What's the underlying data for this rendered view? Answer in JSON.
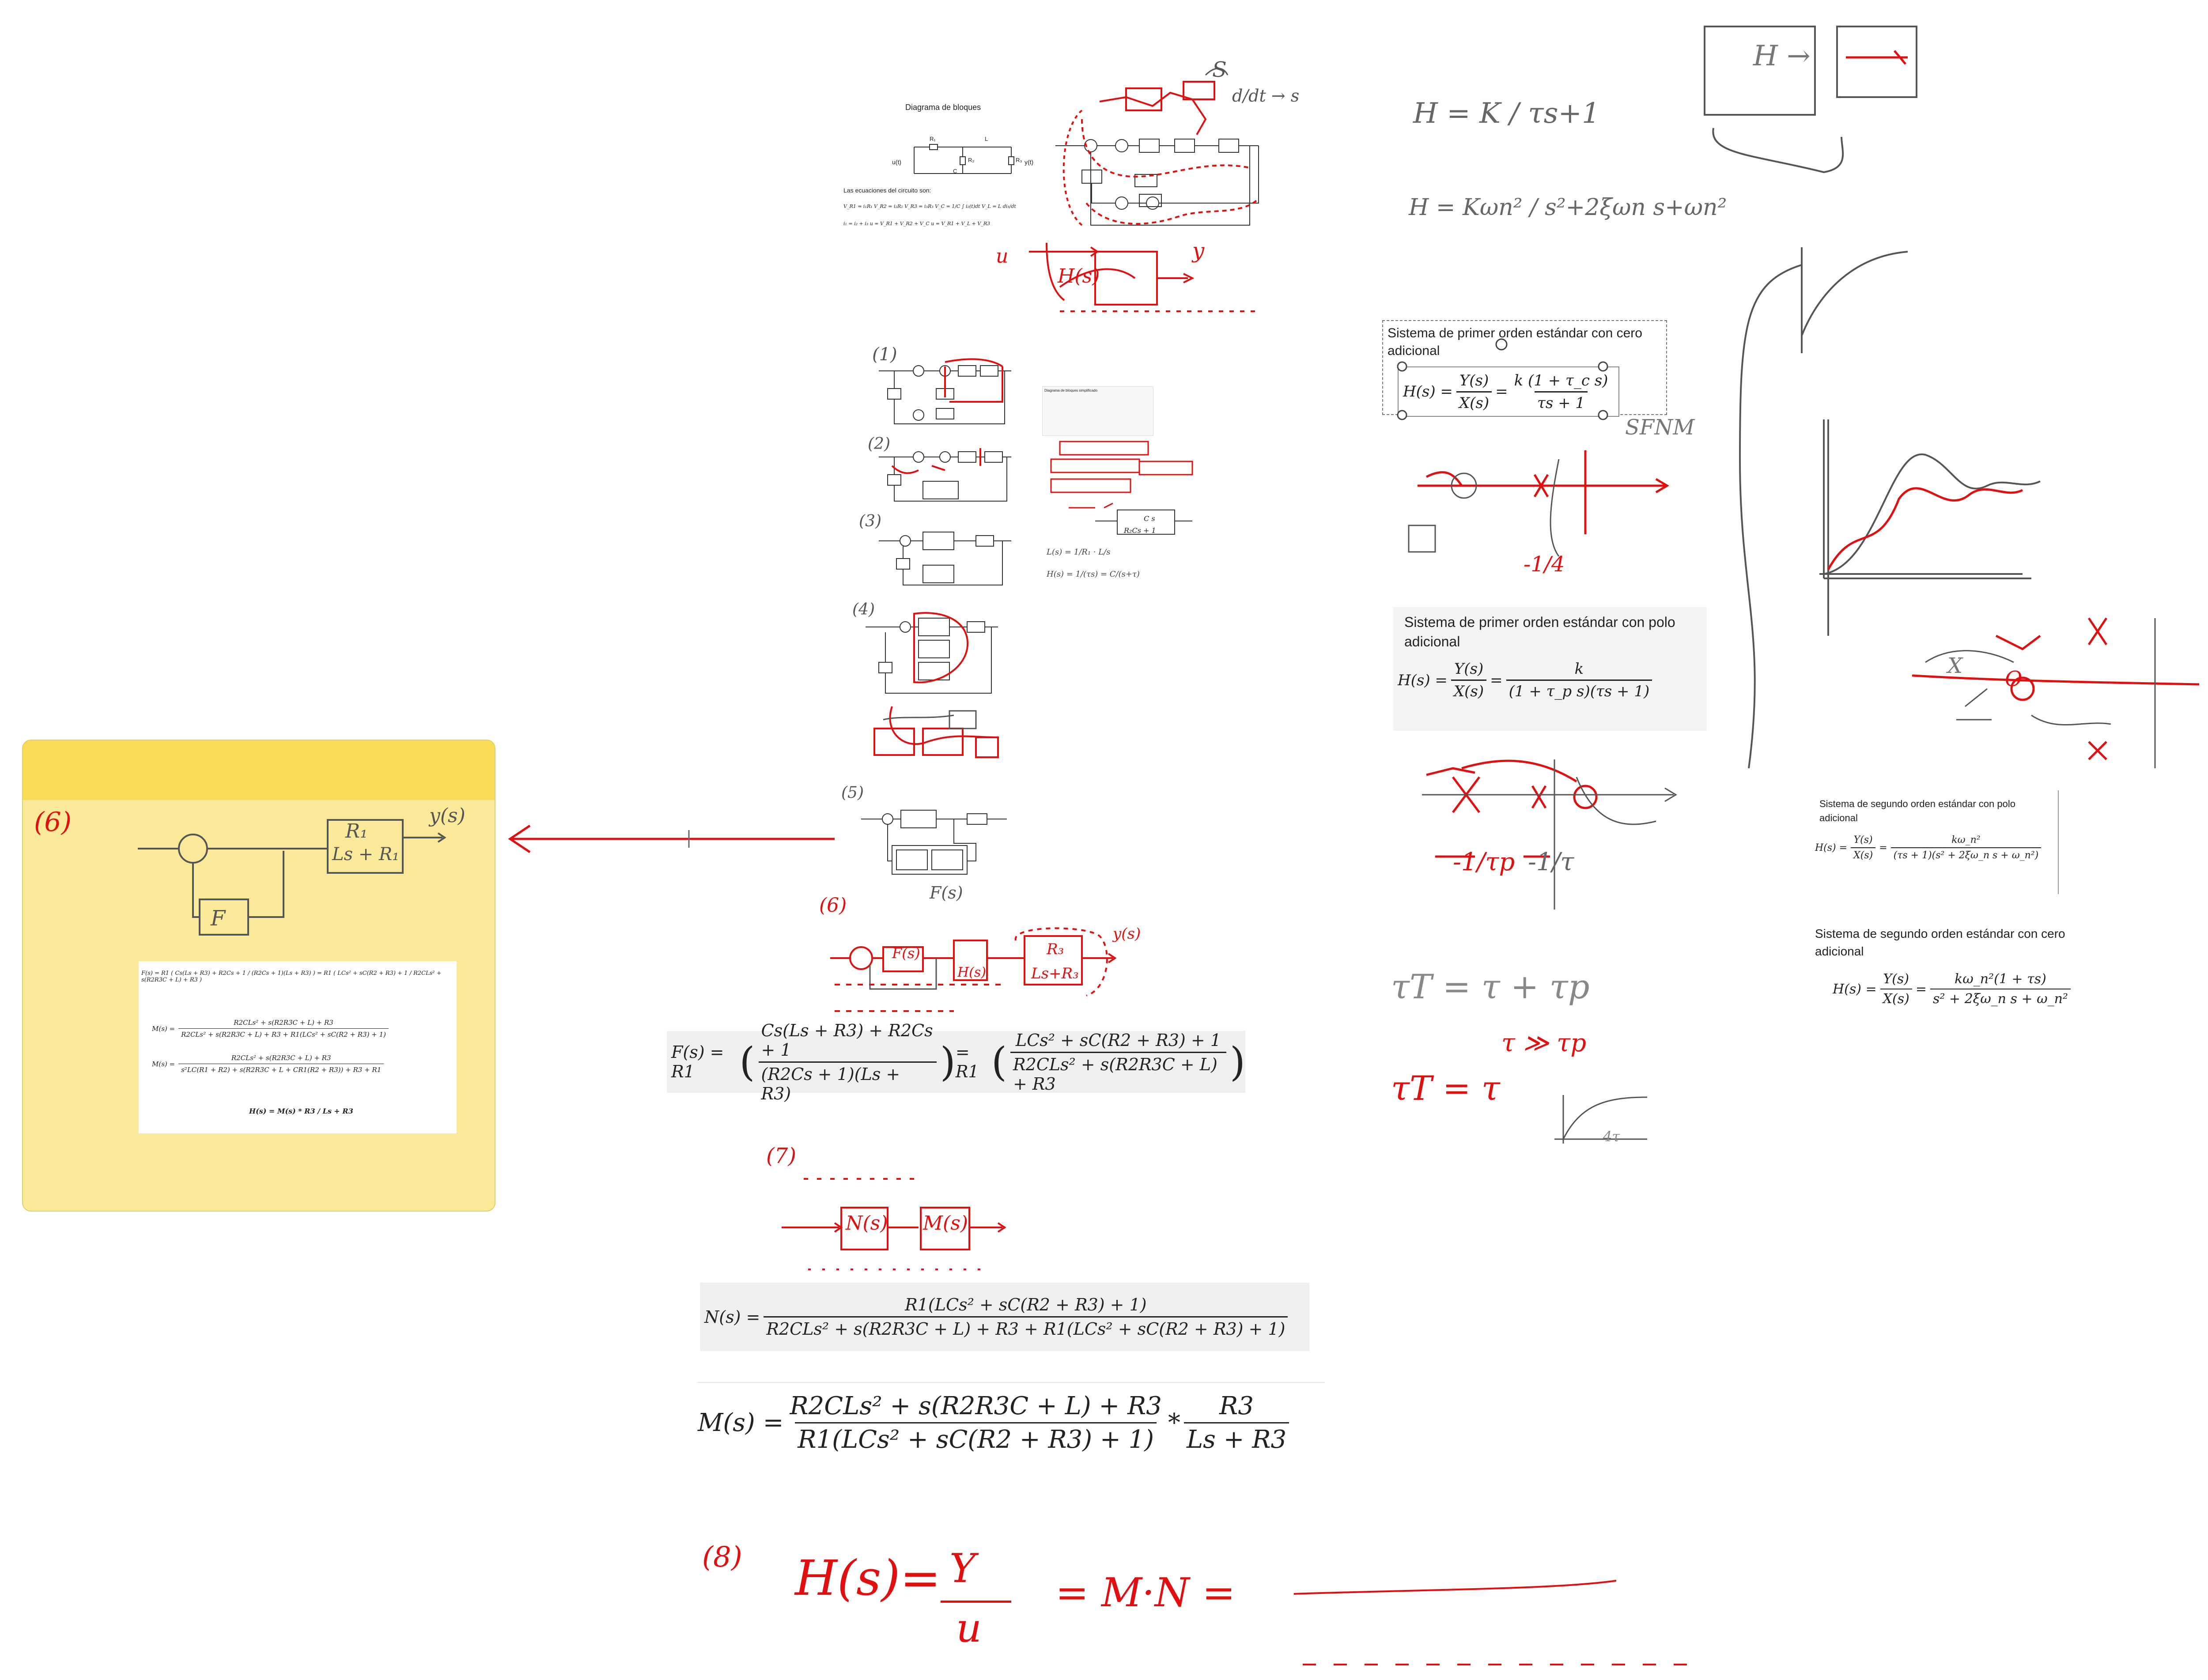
{
  "colors": {
    "ink_red": "#e01010",
    "ink_gray": "#555555",
    "note_yellow": "#fbe99a",
    "note_header": "#f9dc55",
    "eq_gray": "#efefef"
  },
  "top_image": {
    "title": "Diagrama de bloques",
    "circuit_labels": [
      "R₁",
      "L",
      "R₂",
      "R₃",
      "C",
      "u(t)",
      "y(t)"
    ],
    "equations_title": "Las ecuaciones del circuito son:",
    "eq_line1": "V_R1 = i₁R₁   V_R2 = i₂R₂   V_R3 = i₃R₃      V_C = 1/C ∫ i₂(t)dt   V_L = L di₃/dt",
    "eq_line2": "i₁ = i₂ + i₃      u = V_R1 + V_R2 + V_C      u = V_R1 + V_L + V_R3"
  },
  "handwriting": {
    "s_derivative": "d/dt → s",
    "s_label": "S",
    "u_left": "u",
    "y_right": "y",
    "Hs_box": "H(s)",
    "step1": "(1)",
    "step2": "(2)",
    "step3": "(3)",
    "step4": "(4)",
    "step5": "(5)",
    "step6": "(6)",
    "step7": "(7)",
    "step8": "(8)",
    "Fs_under": "F(s)",
    "step6_Fs": "F(s)",
    "step6_Hs": "H(s)",
    "step6_R3": "R₃",
    "step6_den": "Ls+R₃",
    "step6_y": "y(s)",
    "step7_Ns": "N(s)",
    "step7_Ms": "M(s)",
    "step8_lhs": "H(s)=",
    "step8_Y": "Y",
    "step8_U": "u",
    "step8_rhs": "= M·N =",
    "h_first": "H = K / τs+1",
    "h_second": "H = Kωn² / s²+2ξωn s+ωn²",
    "sfnm": "SFNM",
    "tau_t": "τT = τ + τp",
    "tau_ss": "τ ≫ τp",
    "tau_t2": "τT = τ",
    "four_tau": "4τ",
    "neg_one_tau": "-1/τ",
    "neg_one_taup": "-1/τp",
    "neg_quarter": "-1/4",
    "X": "X",
    "O": "O",
    "H_arrow": "H →"
  },
  "sticky_note": {
    "step": "(6)",
    "F_block": "F",
    "R1": "R₁",
    "Ls_R1": "Ls + R₁",
    "y_label": "y(s)",
    "eq_F": "F(s) = R1 ( Cs(Ls + R3) + R2Cs + 1 / (R2Cs + 1)(Ls + R3) ) = R1 ( LCs² + sC(R2 + R3) + 1 / R2CLs² + s(R2R3C + L) + R3 )",
    "eq_M1_num": "R2CLs² + s(R2R3C + L) + R3",
    "eq_M1_den": "R2CLs² + s(R2R3C + L) + R3 + R1(LCs² + sC(R2 + R3) + 1)",
    "eq_M2_num": "R2CLs² + s(R2R3C + L) + R3",
    "eq_M2_den": "s²LC(R1 + R2) + s(R2R3C + L + CR1(R2 + R3)) + R3 + R1",
    "eq_H": "H(s) = M(s) * R3 / Ls + R3",
    "M_lhs": "M(s) =",
    "M2_lhs": "M(s) ="
  },
  "equations": {
    "F_lhs": "F(s) = R1",
    "F_num1": "Cs(Ls + R3) + R2Cs + 1",
    "F_den1": "(R2Cs + 1)(Ls + R3)",
    "F_mid": "= R1",
    "F_num2": "LCs² + sC(R2 + R3) + 1",
    "F_den2": "R2CLs² + s(R2R3C + L) + R3",
    "N_lhs": "N(s) =",
    "N_num": "R1(LCs² + sC(R2 + R3) + 1)",
    "N_den": "R2CLs² + s(R2R3C + L) + R3 + R1(LCs² + sC(R2 + R3) + 1)",
    "M_lhs": "M(s) =",
    "M_num": "R2CLs² + s(R2R3C + L) + R3",
    "M_den": "R1(LCs² + sC(R2 + R3) + 1)",
    "M_mul": "*",
    "M_num2": "R3",
    "M_den2": "Ls + R3"
  },
  "cards": {
    "c1_title": "Sistema de primer orden estándar con cero adicional",
    "c1_lhs": "H(s) =",
    "c1_num_a": "Y(s)",
    "c1_den_a": "X(s)",
    "c1_num_b": "k (1 + τ_c s)",
    "c1_den_b": "τs + 1",
    "c2_title": "Sistema de primer orden estándar con polo adicional",
    "c2_lhs": "H(s) =",
    "c2_num_a": "Y(s)",
    "c2_den_a": "X(s)",
    "c2_num_b": "k",
    "c2_den_b": "(1 + τ_p s)(τs + 1)",
    "c3_title": "Sistema de segundo orden estándar con polo adicional",
    "c3_lhs": "H(s) =",
    "c3_num_a": "Y(s)",
    "c3_den_a": "X(s)",
    "c3_num_b": "kω_n²",
    "c3_den_b": "(τs + 1)(s² + 2ξω_n s + ω_n²)",
    "c4_title": "Sistema de segundo orden estándar con cero adicional",
    "c4_lhs": "H(s) =",
    "c4_num_a": "Y(s)",
    "c4_den_a": "X(s)",
    "c4_num_b": "kω_n²(1 + τs)",
    "c4_den_b": "s² + 2ξω_n s + ω_n²"
  },
  "small_thumb": {
    "title": "Diagrama de bloques simplificado",
    "ct_label": "C s",
    "ct_den": "R₂Cs + 1",
    "lhs": "L(s) = 1/R₁ · L/s",
    "hs": "H(s) = 1/(τs) = C/(s+τ)"
  }
}
